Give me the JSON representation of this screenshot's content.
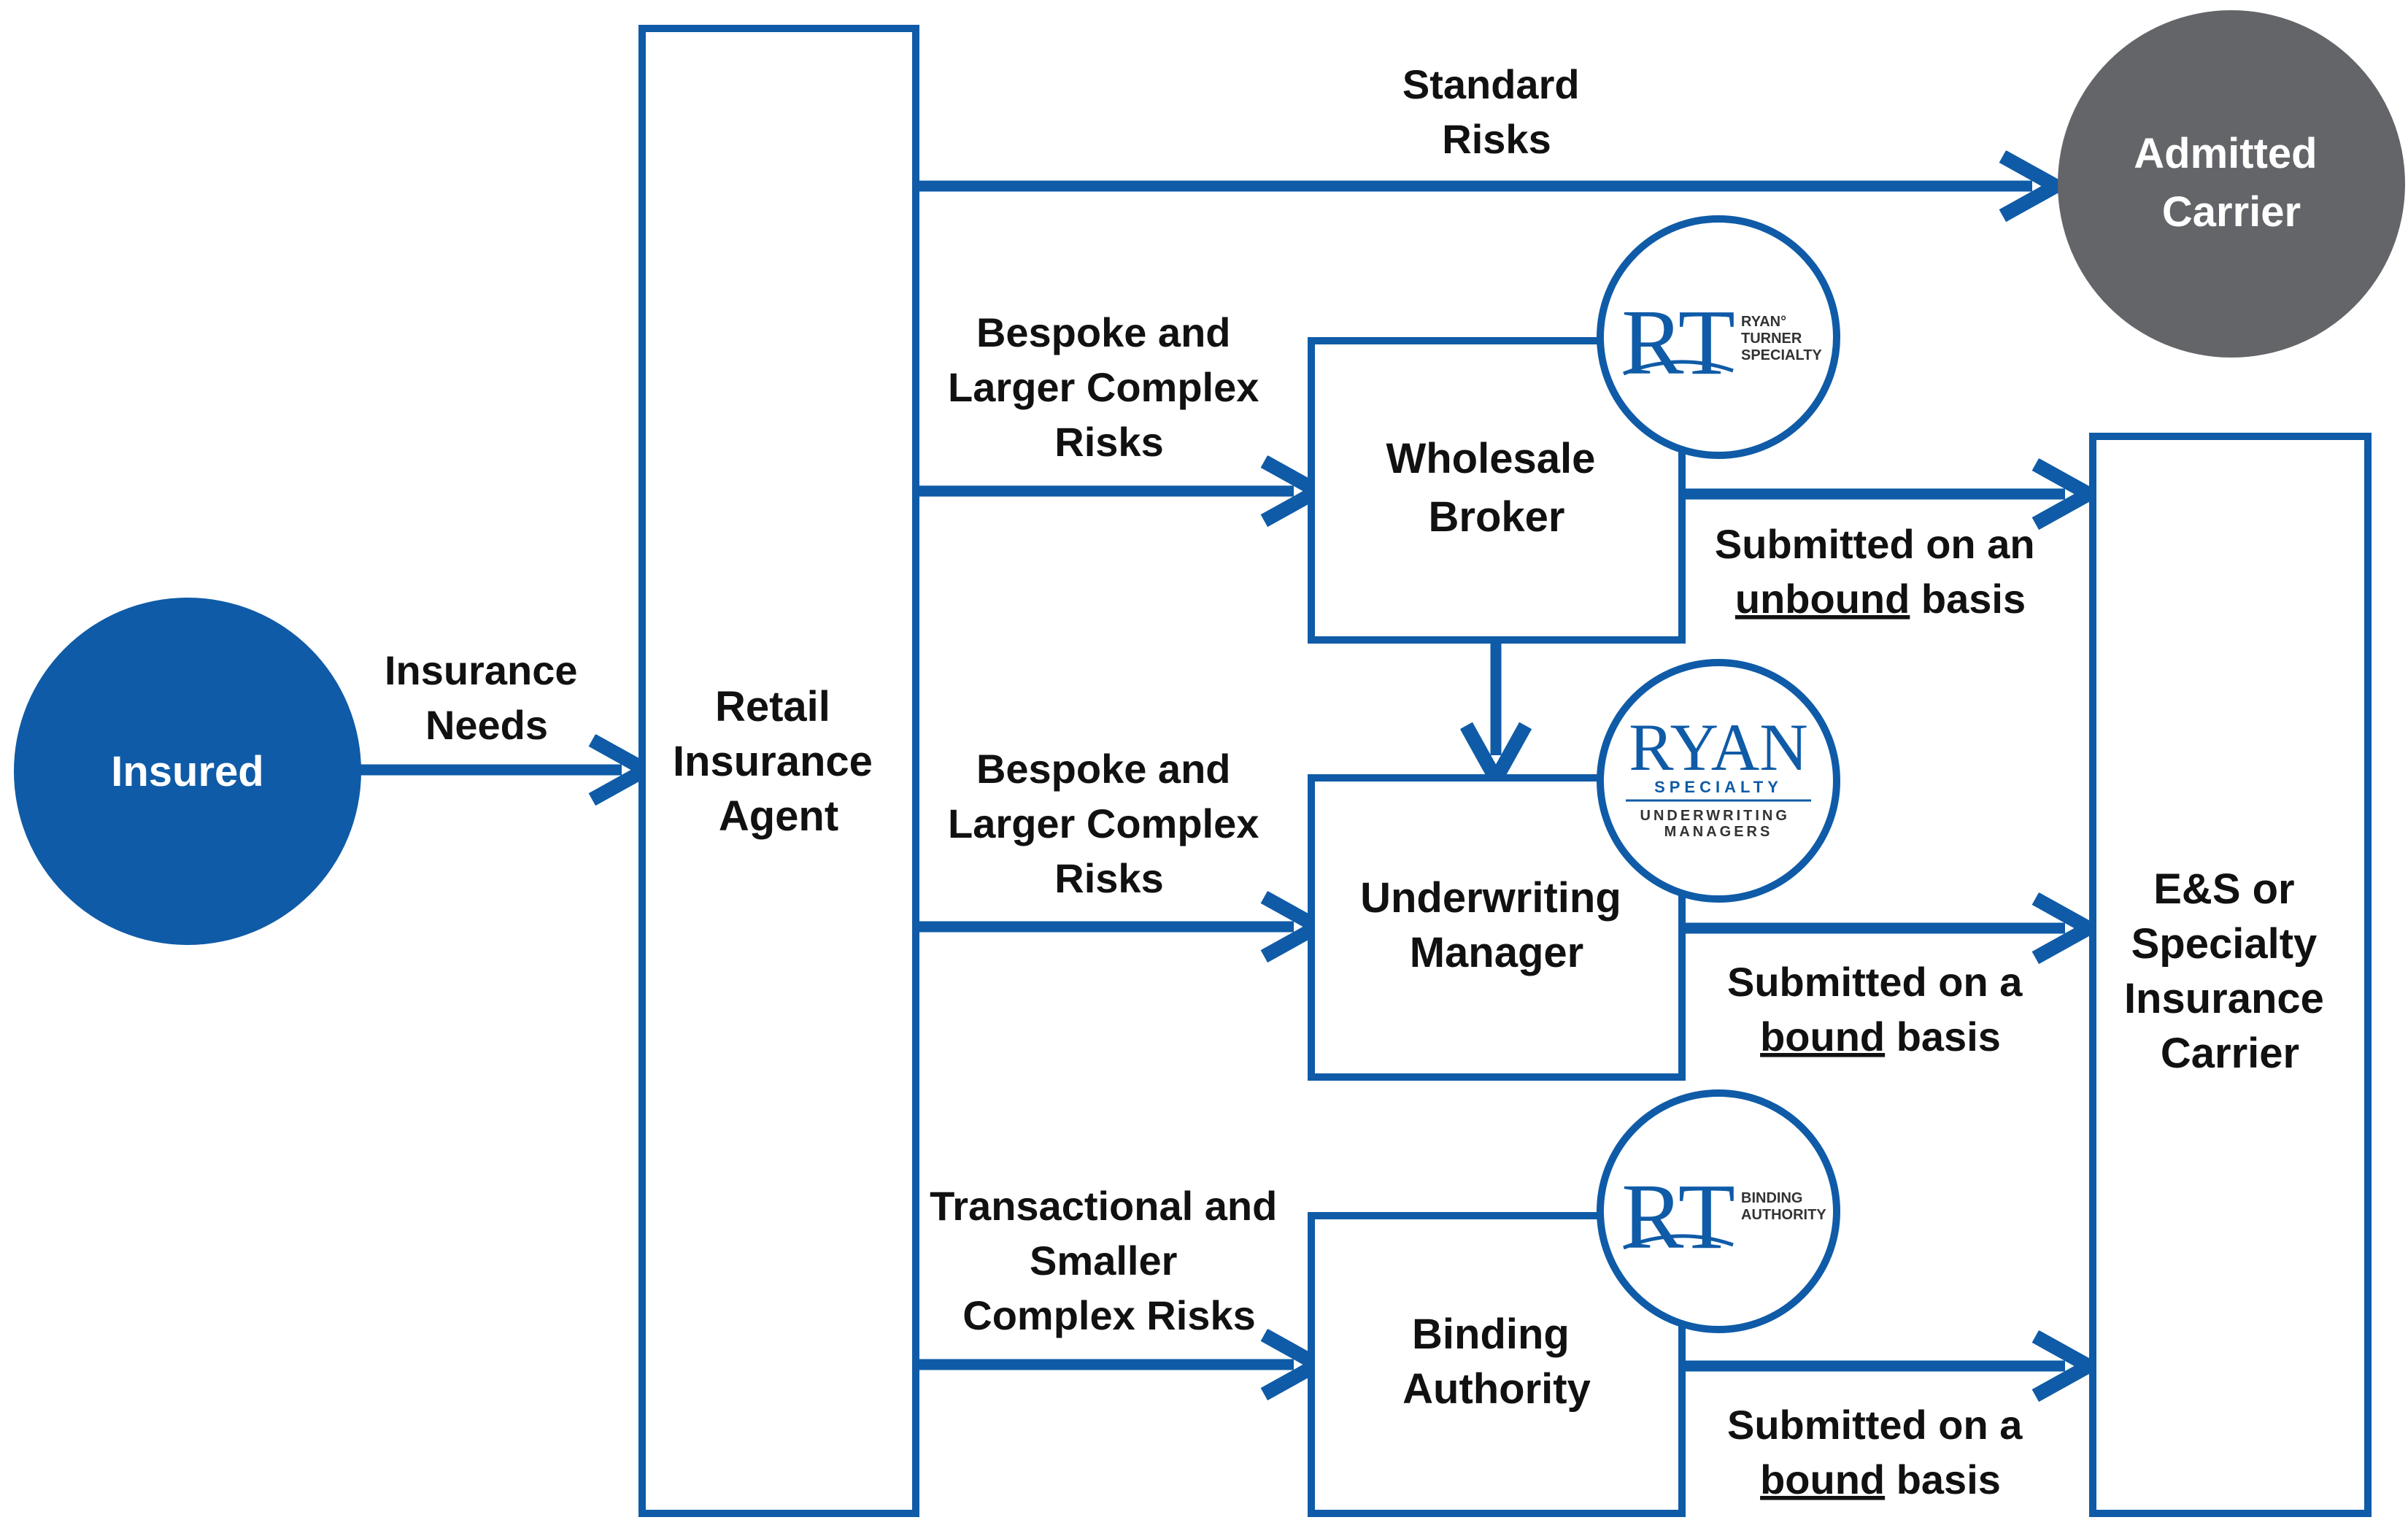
{
  "colors": {
    "primary": "#0f5ba7",
    "admitted": "#636569",
    "text": "#111111",
    "background": "#ffffff"
  },
  "nodes": {
    "insured": "Insured",
    "retail_agent": [
      "Retail",
      "Insurance",
      "Agent"
    ],
    "admitted_carrier": [
      "Admitted",
      "Carrier"
    ],
    "wholesale_broker": [
      "Wholesale",
      "Broker"
    ],
    "underwriting_manager": [
      "Underwriting",
      "Manager"
    ],
    "binding_authority": [
      "Binding",
      "Authority"
    ],
    "es_carrier": [
      "E&S or",
      "Specialty",
      "Insurance",
      "Carrier"
    ]
  },
  "edges": {
    "insurance_needs": [
      "Insurance",
      "Needs"
    ],
    "standard_risks": [
      "Standard",
      "Risks"
    ],
    "to_wholesale": [
      "Bespoke and",
      "Larger Complex",
      "Risks"
    ],
    "to_underwriting": [
      "Bespoke and",
      "Larger Complex",
      "Risks"
    ],
    "to_binding": [
      "Transactional and",
      "Smaller",
      "Complex Risks"
    ],
    "wholesale_out": {
      "line1": "Submitted on an",
      "emph": "unbound",
      "rest": " basis"
    },
    "underwriting_out": {
      "line1": "Submitted on a",
      "emph": "bound",
      "rest": " basis"
    },
    "binding_out": {
      "line1": "Submitted on a",
      "emph": "bound",
      "rest": " basis"
    }
  },
  "logos": {
    "rt_turner": {
      "mark": "RT",
      "lines": [
        "RYAN°",
        "TURNER",
        "SPECIALTY"
      ]
    },
    "ryan_uw": {
      "mark": "RYAN",
      "sub": "SPECIALTY",
      "lines": [
        "UNDERWRITING",
        "MANAGERS"
      ]
    },
    "rt_binding": {
      "mark": "RT",
      "lines": [
        "BINDING",
        "AUTHORITY"
      ]
    }
  }
}
